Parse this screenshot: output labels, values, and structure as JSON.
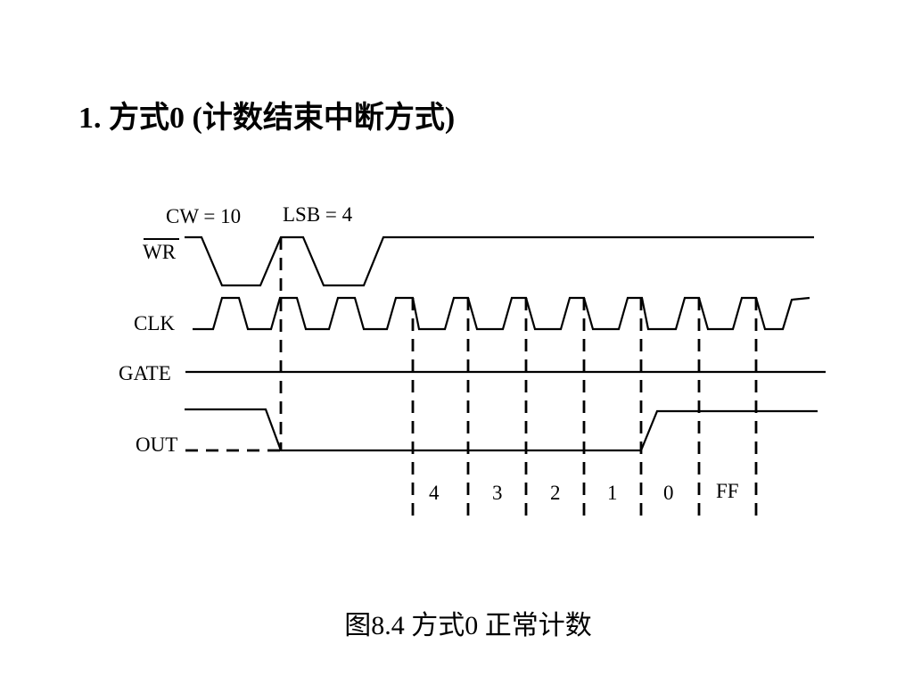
{
  "slide": {
    "title": "1. 方式0  (计数结束中断方式)",
    "caption": "图8.4  方式0  正常计数"
  },
  "diagram": {
    "annotations": {
      "cw": "CW = 10",
      "lsb": "LSB = 4"
    },
    "signals": {
      "wr": "WR",
      "clk": "CLK",
      "gate": "GATE",
      "out": "OUT"
    },
    "counts": [
      "4",
      "3",
      "2",
      "1",
      "0",
      "FF"
    ]
  }
}
